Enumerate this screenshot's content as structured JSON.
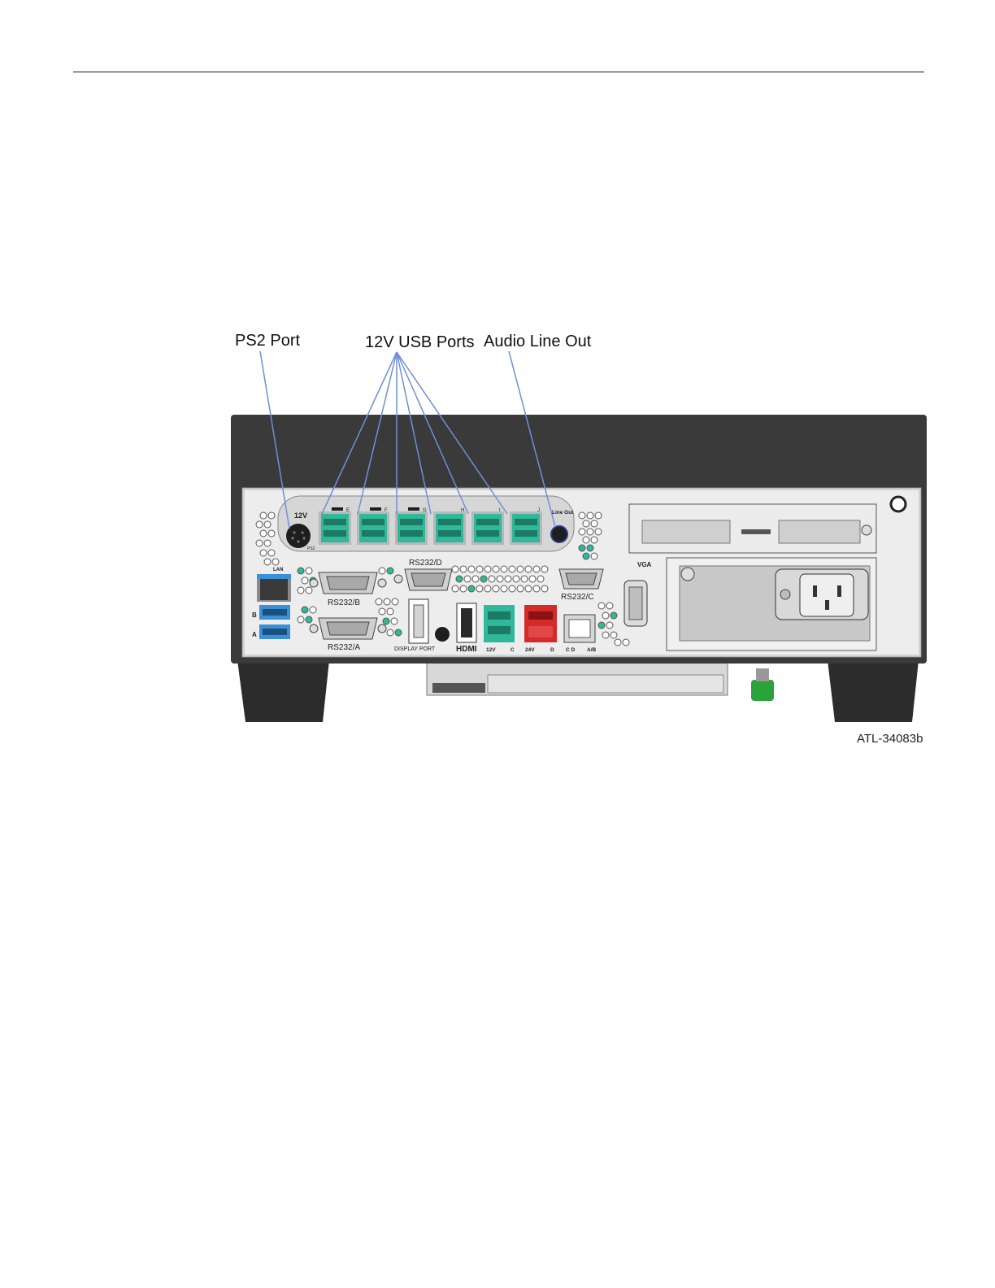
{
  "figure": {
    "callouts": {
      "ps2": "PS2 Port",
      "usb": "12V USB Ports",
      "audio": "Audio Line Out"
    },
    "figure_id": "ATL-34083b",
    "panel_labels": {
      "v12_top": "12V",
      "ps2_small": "PS2",
      "usb_letters": [
        "E",
        "F",
        "G",
        "H",
        "I",
        "J"
      ],
      "line_out": "Line Out",
      "lan": "LAN",
      "usb_b": "B",
      "usb_a": "A",
      "rs232_d": "RS232/D",
      "rs232_b": "RS232/B",
      "rs232_a": "RS232/A",
      "rs232_c": "RS232/C",
      "vga": "VGA",
      "display_port": "DISPLAY PORT",
      "hdmi": "HDMI",
      "p12v": "12V",
      "c": "C",
      "p24v": "24V",
      "d": "D",
      "cd": "C D",
      "ab": "A/B"
    },
    "colors": {
      "chassis": "#3a3a3a",
      "panel": "#e8e8e8",
      "usb_teal": "#2fb89a",
      "powered_red": "#d42a2a",
      "usb_blue": "#3a8fd6",
      "leader_line": "#6f8fd8",
      "green_knob": "#2aa33a"
    }
  }
}
